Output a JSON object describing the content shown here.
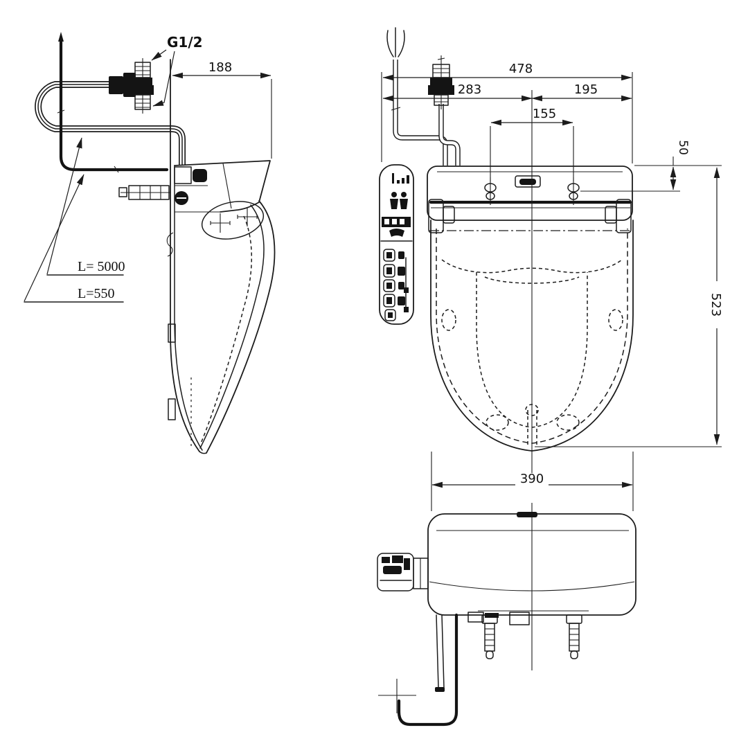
{
  "drawing": {
    "labels": {
      "thread": "G1/2",
      "hose_length": "L= 5000",
      "cord_length": "L=550"
    },
    "dims": {
      "side_depth": "188",
      "overall_width": "478",
      "left_of_center": "283",
      "right_of_center": "195",
      "bolt_spacing": "155",
      "hole_offset": "50",
      "overall_depth": "523",
      "seat_width": "390"
    },
    "views": {
      "side": "side-view",
      "top": "top-view",
      "front": "front-view"
    },
    "control_panel_icons": [
      "spray-strength-bars",
      "user-figures",
      "nozzle-strip",
      "function-buttons"
    ],
    "line_color": "#1c1c1c",
    "background": "#ffffff"
  }
}
